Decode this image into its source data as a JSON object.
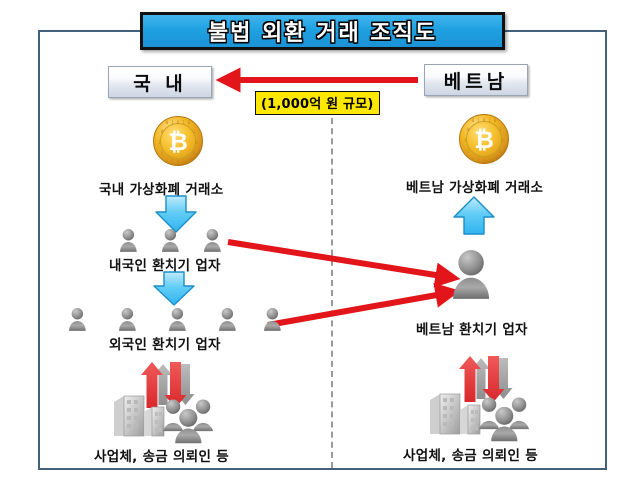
{
  "title": {
    "text": "불법 외환 거래 조직도"
  },
  "colors": {
    "title_banner": "#1fa1e2",
    "title_border": "#111111",
    "frame_border": "#44617c",
    "red_arrow": "#e2161a",
    "blue_arrow": "#46c3f5",
    "amount_highlight": "#ffe800",
    "divider": "#999a9c",
    "coin_gold": "#eaa81d",
    "person_gray": "#8f8f8f"
  },
  "boxes": {
    "domestic": "국  내",
    "vietnam": "베트남"
  },
  "amount": {
    "label": "(1,000억 원 규모)"
  },
  "left_column": {
    "exchange_label": "국내 가상화폐 거래소",
    "domestic_brokers_label": "내국인 환치기 업자",
    "domestic_brokers_count": 3,
    "foreign_brokers_label": "외국인 환치기 업자",
    "foreign_brokers_count": 5,
    "business_label": "사업체, 송금 의뢰인 등"
  },
  "right_column": {
    "exchange_label": "베트남 가상화폐 거래소",
    "broker_label": "베트남 환치기 업자",
    "business_label": "사업체, 송금 의뢰인 등"
  },
  "icons": {
    "coin": "bitcoin-coin-icon",
    "person": "person-icon",
    "people_group": "people-group-icon",
    "building": "building-icon",
    "blue_arrow_down": "blue-down-arrow-icon",
    "blue_arrow_up": "blue-up-arrow-icon",
    "red_arrow_up": "red-up-arrow-icon",
    "red_arrow_down": "red-down-arrow-icon",
    "gray_arrow_up": "gray-up-arrow-icon",
    "gray_arrow_down": "gray-down-arrow-icon"
  }
}
